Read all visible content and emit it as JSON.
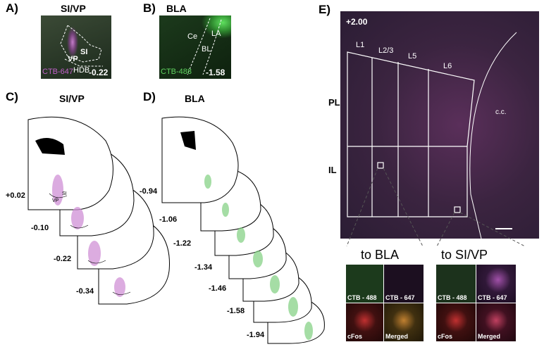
{
  "panels": {
    "a": {
      "label": "A)",
      "title": "SI/VP",
      "stain": "CTB-647",
      "coord": "-0.22",
      "regions": [
        "SI",
        "VP",
        "HDB"
      ]
    },
    "b": {
      "label": "B)",
      "title": "BLA",
      "stain": "CTB-488",
      "coord": "-1.58",
      "regions": [
        "Ce",
        "LA",
        "BL"
      ]
    },
    "c": {
      "label": "C)",
      "title": "SI/VP",
      "coords": [
        "+0.02",
        "-0.10",
        "-0.22",
        "-0.34"
      ],
      "region_tags": [
        "SI",
        "VP"
      ]
    },
    "d": {
      "label": "D)",
      "title": "BLA",
      "coords": [
        "-0.94",
        "-1.06",
        "-1.22",
        "-1.34",
        "-1.46",
        "-1.58",
        "-1.94"
      ]
    },
    "e": {
      "label": "E)",
      "bregma": "+2.00",
      "layers": [
        "L1",
        "L2/3",
        "L5",
        "L6"
      ],
      "areas": [
        "PL",
        "IL"
      ],
      "cc": "c.c.",
      "to_bla": "to BLA",
      "to_sivp": "to SI/VP",
      "inset_labels": [
        "CTB - 488",
        "CTB - 647",
        "cFos",
        "Merged"
      ]
    }
  },
  "colors": {
    "magenta": "#c060c8",
    "green": "#5fd35f",
    "cortex": "#4b2d55"
  }
}
